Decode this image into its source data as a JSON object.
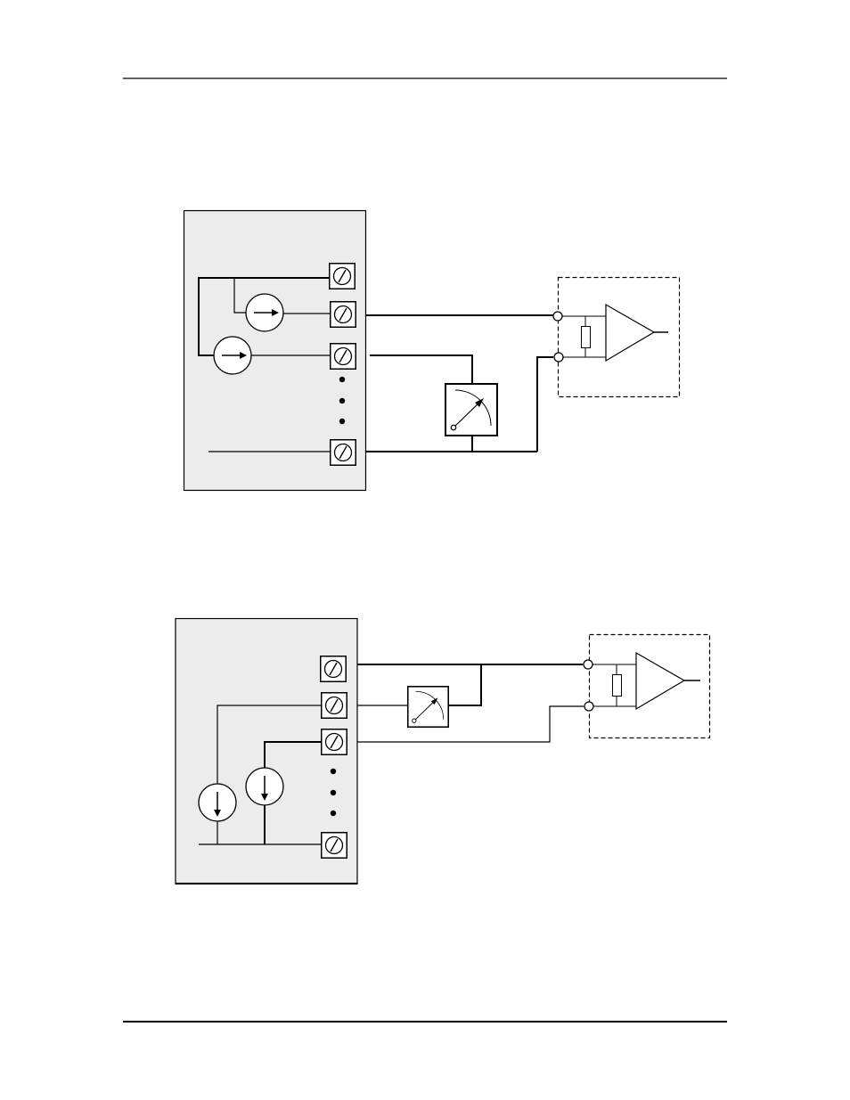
{
  "page": {
    "background": "#ffffff",
    "ink_color": "#000000",
    "device_fill": "#ececec"
  },
  "diagrams": [
    {
      "name": "sourcing-current-outputs-wiring",
      "current_source_arrow": "right",
      "components": [
        "device-panel",
        "screw-terminal",
        "current-source",
        "ammeter",
        "resistor",
        "amplifier",
        "input-node",
        "continuation-dots"
      ]
    },
    {
      "name": "sinking-current-outputs-wiring",
      "current_source_arrow": "down",
      "components": [
        "device-panel",
        "screw-terminal",
        "current-source",
        "ammeter",
        "resistor",
        "amplifier",
        "input-node",
        "continuation-dots"
      ]
    }
  ]
}
